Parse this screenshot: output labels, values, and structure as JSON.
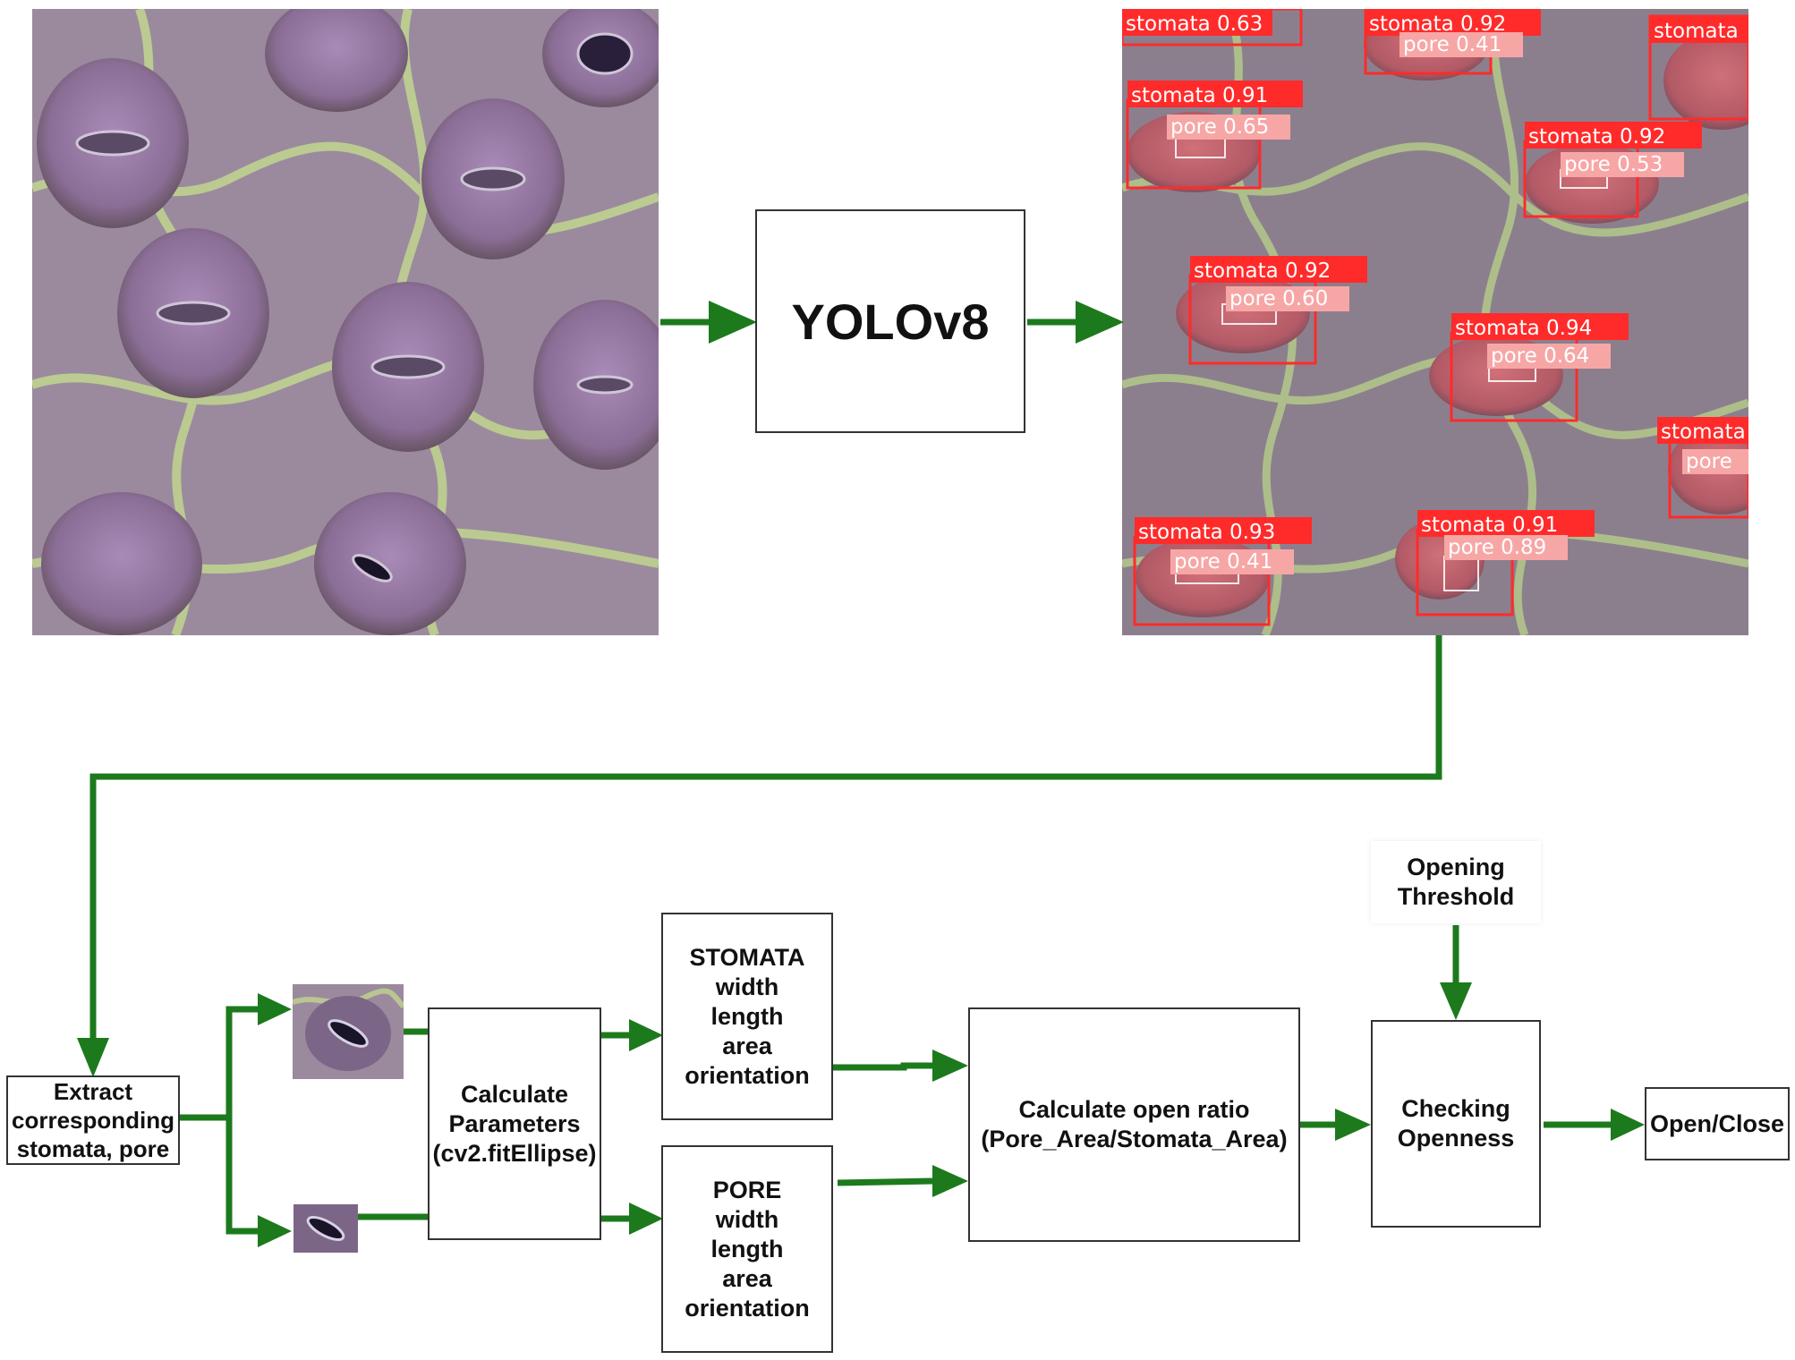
{
  "colors": {
    "arrow": "#1c7a1c",
    "detection_box": "#ff2b2b",
    "pore_label_bg": "#f7a6a6",
    "micro_bg": "#9e8aa0",
    "micro_cell": "#8f6f9b",
    "micro_vein": "#c7e38a"
  },
  "images": {
    "input_micrograph": "microscope-stomata-image",
    "detected_micrograph": "detection-output-image",
    "stomata_crop": "stomata-crop-image",
    "pore_crop": "pore-crop-image"
  },
  "model_box": {
    "label": "YOLOv8"
  },
  "detections": [
    {
      "stomata": "stomata 0.63",
      "pore": ""
    },
    {
      "stomata": "stomata 0.92",
      "pore": "pore 0.41"
    },
    {
      "stomata": "stomata",
      "pore": ""
    },
    {
      "stomata": "stomata 0.91",
      "pore": "pore 0.65"
    },
    {
      "stomata": "stomata 0.92",
      "pore": "pore 0.53"
    },
    {
      "stomata": "stomata 0.92",
      "pore": "pore 0.60"
    },
    {
      "stomata": "stomata 0.94",
      "pore": "pore 0.64"
    },
    {
      "stomata": "stomata",
      "pore": "pore"
    },
    {
      "stomata": "stomata 0.93",
      "pore": "pore 0.41"
    },
    {
      "stomata": "stomata 0.91",
      "pore": "pore 0.89"
    }
  ],
  "pipeline": {
    "extract": "Extract\ncorresponding\nstomata, pore",
    "calc_params": "Calculate\nParameters\n(cv2.fitEllipse)",
    "stomata_params": "STOMATA\nwidth\nlength\narea\norientation",
    "pore_params": "PORE\nwidth\nlength\narea\norientation",
    "open_ratio": "Calculate open ratio\n(Pore_Area/Stomata_Area)",
    "threshold": "Opening\nThreshold",
    "checking": "Checking\nOpenness",
    "result": "Open/Close"
  }
}
